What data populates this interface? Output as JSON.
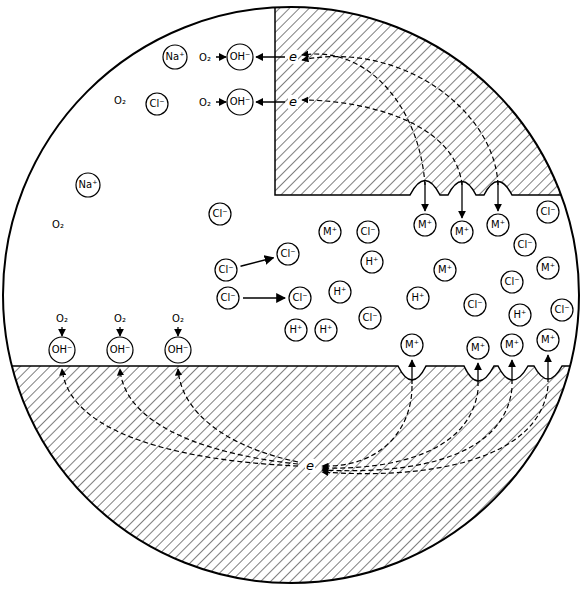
{
  "diagram": {
    "nodes": [
      {
        "text": [
          "Na⁺"
        ]
      },
      {
        "text": [
          "OH⁻"
        ]
      },
      {
        "text": [
          "OH⁻"
        ]
      },
      {
        "text": [
          "Cl⁻"
        ]
      },
      {
        "text": [
          "Na⁺"
        ]
      },
      {
        "text": [
          "Cl⁻"
        ]
      },
      {
        "text": [
          "Cl⁻"
        ]
      },
      {
        "text": [
          "Cl⁻"
        ]
      },
      {
        "text": [
          "Cl⁻"
        ]
      },
      {
        "text": [
          "M⁺"
        ]
      },
      {
        "text": [
          "Cl⁻"
        ]
      },
      {
        "text": [
          "M⁺"
        ]
      },
      {
        "text": [
          "M⁺"
        ]
      },
      {
        "text": [
          "M⁺"
        ]
      },
      {
        "text": [
          "Cl⁻"
        ]
      },
      {
        "text": [
          "Cl⁻"
        ]
      },
      {
        "text": [
          "H⁺"
        ]
      },
      {
        "text": [
          "M⁺"
        ]
      },
      {
        "text": [
          "Cl⁻"
        ]
      },
      {
        "text": [
          "M⁺"
        ]
      },
      {
        "text": [
          "Cl⁻"
        ]
      },
      {
        "text": [
          "H⁺"
        ]
      },
      {
        "text": [
          "Cl⁻"
        ]
      },
      {
        "text": [
          "H⁺"
        ]
      },
      {
        "text": [
          "Cl⁻"
        ]
      },
      {
        "text": [
          "H⁺"
        ]
      },
      {
        "text": [
          "Cl⁻"
        ]
      },
      {
        "text": [
          "H⁺"
        ]
      },
      {
        "text": [
          "H⁺"
        ]
      },
      {
        "text": [
          "M⁺"
        ]
      },
      {
        "text": [
          "M⁺"
        ]
      },
      {
        "text": [
          "M⁺"
        ]
      },
      {
        "text": [
          "M⁺"
        ]
      },
      {
        "text": [
          "OH⁻"
        ]
      },
      {
        "text": [
          "OH⁻"
        ]
      },
      {
        "text": [
          "OH⁻"
        ]
      }
    ],
    "edges": [
      {
        "from": 6,
        "to": 8,
        "arrow": "to"
      },
      {
        "from": 7,
        "to": 20,
        "arrow": "to"
      }
    ],
    "labels": [
      "O₂",
      "O₂",
      "O₂",
      "O₂",
      "O₂",
      "O₂",
      "O₂",
      "e",
      "e",
      "e"
    ]
  }
}
